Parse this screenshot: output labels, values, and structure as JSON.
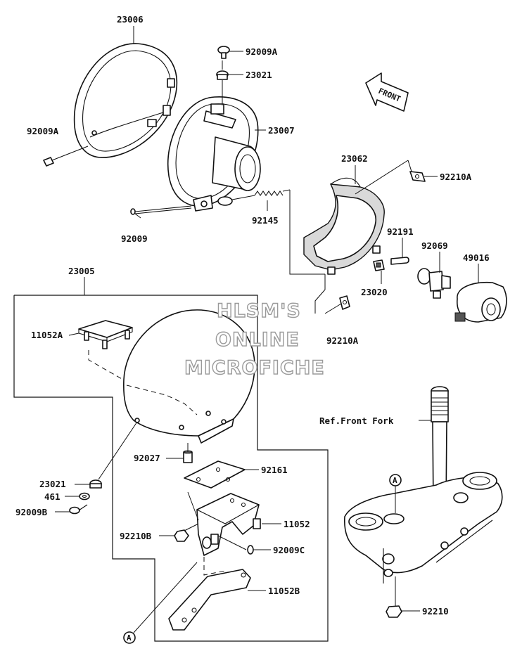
{
  "parts": {
    "p23006": "23006",
    "p92009A_top": "92009A",
    "p23021_top": "23021",
    "p23007": "23007",
    "p92009A_left": "92009A",
    "p92009": "92009",
    "p92145": "92145",
    "p23062": "23062",
    "p92210A_top": "92210A",
    "p92191": "92191",
    "p92069": "92069",
    "p49016": "49016",
    "p23020": "23020",
    "p92210A_bottom": "92210A",
    "p23005": "23005",
    "p11052A": "11052A",
    "p92027": "92027",
    "p92161": "92161",
    "p23021_bottom": "23021",
    "p461": "461",
    "p92009B": "92009B",
    "p11052": "11052",
    "p92210B": "92210B",
    "p92009C": "92009C",
    "p11052B": "11052B",
    "p92210": "92210"
  },
  "reference": "Ref.Front Fork",
  "front_arrow": "FRONT",
  "markers": {
    "a_left": "A",
    "a_right": "A"
  },
  "watermark": {
    "line1": "HLSM'S",
    "line2": "ONLINE",
    "line3": "MICROFICHE"
  }
}
